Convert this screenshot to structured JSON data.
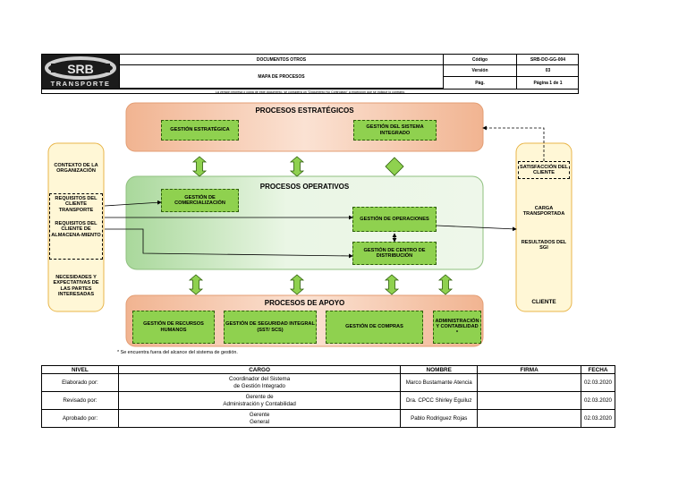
{
  "header": {
    "doc_type": "DOCUMENTOS OTROS",
    "doc_title": "MAPA DE PROCESOS",
    "code_label": "Código",
    "code_value": "SRB-DO-GG-004",
    "version_label": "Versión",
    "version_value": "03",
    "page_label": "Pág.",
    "page_value": "Página 1 de 1",
    "note": "La versión impresa o copia de este documento, se considera un \"Documento No Controlado\" a excepción que se indique lo contrario.",
    "logo_text": "SRB",
    "logo_subtext": "TRANSPORTE"
  },
  "diagram": {
    "strategic": {
      "title": "PROCESOS ESTRATÉGICOS",
      "items": [
        "GESTIÓN ESTRATÉGICA",
        "GESTIÓN DEL SISTEMA INTEGRADO"
      ]
    },
    "operative": {
      "title": "PROCESOS OPERATIVOS",
      "items": [
        "GESTIÓN DE COMERCIALIZACIÓN",
        "GESTIÓN DE OPERACIONES",
        "GESTIÓN DE CENTRO DE DISTRIBUCIÓN"
      ]
    },
    "support": {
      "title": "PROCESOS DE APOYO",
      "items": [
        "GESTIÓN DE RECURSOS HUMANOS",
        "GESTIÓN DE SEGURIDAD INTEGRAL (SST/ SCS)",
        "GESTIÓN DE COMPRAS",
        "ADMINISTRACIÓN Y CONTABILIDAD *"
      ]
    },
    "left": {
      "context": "CONTEXTO DE LA ORGANIZACIÓN",
      "req1": "REQUISITOS DEL CLIENTE TRANSPORTE",
      "req2": "REQUISITOS DEL CLIENTE DE ALMACENA-MIENTO",
      "needs": "NECESIDADES Y EXPECTATIVAS DE LAS PARTES INTERESADAS"
    },
    "right": {
      "satisfaction": "SATISFACCIÓN DEL CLIENTE",
      "cargo": "CARGA TRANSPORTADA",
      "results": "RESULTADOS DEL SGI",
      "client": "CLIENTE"
    },
    "footnote": "*  Se encuentra fuera del alcance del sistema de gestión.",
    "colors": {
      "green_box": "#8fd14f",
      "peach_band": "#f6c6a8",
      "green_band": "#d8ecd0",
      "side_fill": "#fff7d6"
    }
  },
  "approval": {
    "headers": [
      "NIVEL",
      "CARGO",
      "NOMBRE",
      "FIRMA",
      "FECHA"
    ],
    "rows": [
      {
        "level": "Elaborado por:",
        "cargo1": "Coordinador del Sistema",
        "cargo2": "de Gestión Integrado",
        "name": "Marco Bustamante Atencia",
        "sign": "",
        "date": "02.03.2020"
      },
      {
        "level": "Revisado por:",
        "cargo1": "Gerente de",
        "cargo2": "Administración y Contabilidad",
        "name": "Dra. CPCC Shirley Eguiluz",
        "sign": "",
        "date": "02.03.2020"
      },
      {
        "level": "Aprobado por:",
        "cargo1": "Gerente",
        "cargo2": "General",
        "name": "Pablo Rodriguez Rojas",
        "sign": "",
        "date": "02.03.2020"
      }
    ]
  }
}
